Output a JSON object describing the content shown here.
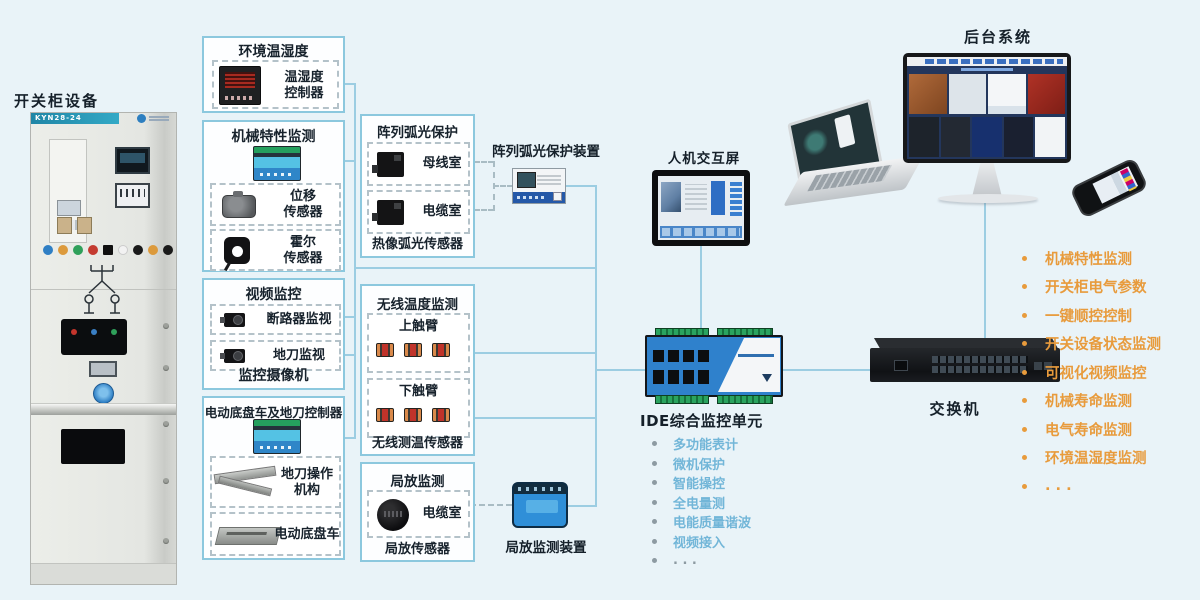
{
  "colors": {
    "background": "#e9f3f8",
    "accent_orange": "#e89b3c",
    "accent_blue": "#72b6d8",
    "line": "#9ccde2",
    "box_border": "#8cc8de",
    "text_dark": "#1b2730"
  },
  "cabinet": {
    "title": "开关柜设备",
    "model": "KYN28-24"
  },
  "env_box": {
    "title": "环境温湿度",
    "controller_label": "温湿度 控制器"
  },
  "mech_box": {
    "title": "机械特性监测",
    "items": [
      {
        "label": "位移 传感器"
      },
      {
        "label": "霍尔 传感器"
      }
    ]
  },
  "video_box": {
    "title": "视频监控",
    "items": [
      {
        "label": "断路器监视"
      },
      {
        "label": "地刀监视"
      }
    ],
    "footer": "监控摄像机"
  },
  "chassis_box": {
    "title": "电动底盘车及地刀控制器",
    "items": [
      {
        "label": "地刀操作 机构"
      },
      {
        "label": "电动底盘车"
      }
    ]
  },
  "arc_box": {
    "title": "阵列弧光保护",
    "items": [
      {
        "label": "母线室"
      },
      {
        "label": "电缆室"
      }
    ],
    "footer": "热像弧光传感器",
    "device_label": "阵列弧光保护装置"
  },
  "wireless_box": {
    "title": "无线温度监测",
    "items": [
      {
        "label": "上触臂"
      },
      {
        "label": "下触臂"
      }
    ],
    "footer": "无线测温传感器"
  },
  "pd_box": {
    "title": "局放监测",
    "room_label": "电缆室",
    "footer": "局放传感器",
    "device_label": "局放监测装置"
  },
  "hmi": {
    "label": "人机交互屏"
  },
  "ide": {
    "label": "IDE综合监控单元",
    "features": [
      "多功能表计",
      "微机保护",
      "智能操控",
      "全电量测",
      "电能质量谐波",
      "视频接入",
      ". . ."
    ]
  },
  "backend": {
    "label": "后台系统"
  },
  "switch": {
    "label": "交换机"
  },
  "capabilities": [
    "机械特性监测",
    "开关柜电气参数",
    "一键顺控控制",
    "开关设备状态监测",
    "可视化视频监控",
    "机械寿命监测",
    "电气寿命监测",
    "环境温湿度监测",
    ". . ."
  ]
}
